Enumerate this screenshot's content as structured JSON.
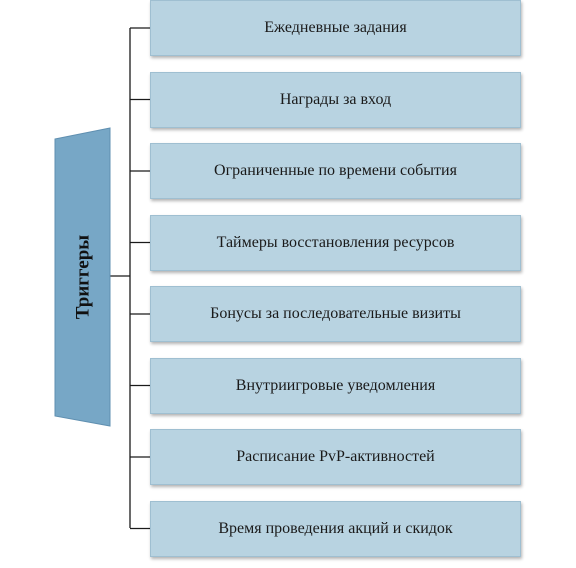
{
  "root": {
    "label": "Триггеры",
    "fill_color": "#77a7c6"
  },
  "items": [
    {
      "label": "Ежедневные задания"
    },
    {
      "label": "Награды за вход"
    },
    {
      "label": "Ограниченные по времени события"
    },
    {
      "label": "Таймеры восстановления ресурсов"
    },
    {
      "label": "Бонусы за последовательные визиты"
    },
    {
      "label": "Внутриигровые уведомления"
    },
    {
      "label": "Расписание PvP-активностей"
    },
    {
      "label": "Время проведения акций и скидок"
    }
  ],
  "colors": {
    "item_fill": "#b8d3e1",
    "connector": "#1a1a1a"
  }
}
